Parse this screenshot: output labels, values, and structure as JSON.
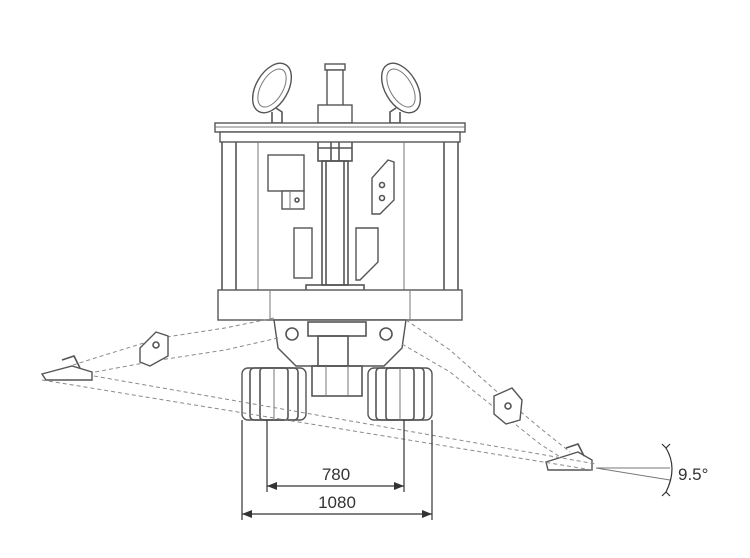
{
  "dimensions": {
    "track_gauge": "780",
    "overall_width": "1080",
    "tilt_angle": "9.5°"
  },
  "colors": {
    "line": "#555555",
    "dimension": "#333333",
    "background": "#ffffff"
  }
}
